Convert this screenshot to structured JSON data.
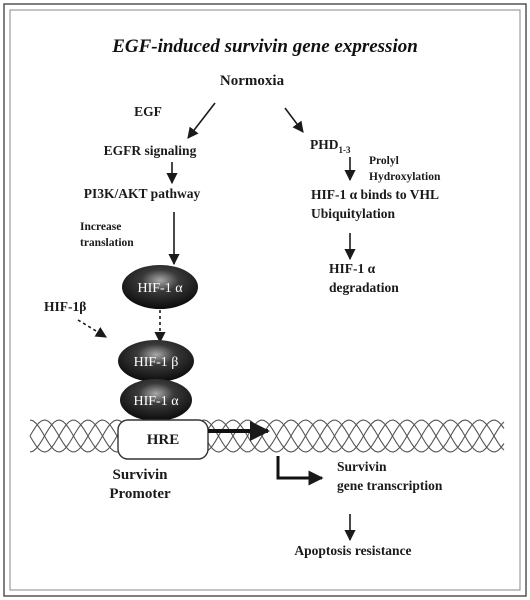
{
  "title": "EGF-induced survivin gene expression",
  "nodes": {
    "normoxia": "Normoxia",
    "egf": "EGF",
    "egfr_signaling": "EGFR signaling",
    "pi3k_akt": "PI3K/AKT pathway",
    "increase_translation_1": "Increase",
    "increase_translation_2": "translation",
    "hif1b_left": "HIF-1β",
    "phd_base": "PHD",
    "phd_sub": "1-3",
    "prolyl_1": "Prolyl",
    "prolyl_2": "Hydroxylation",
    "hif_vhl": "HIF-1 α binds to VHL",
    "ubiquitylation": "Ubiquitylation",
    "hif_degradation_1": "HIF-1 α",
    "hif_degradation_2": "degradation",
    "hre": "HRE",
    "survivin_promoter_1": "Survivin",
    "survivin_promoter_2": "Promoter",
    "survivin_transcription_1": "Survivin",
    "survivin_transcription_2": "gene transcription",
    "apoptosis": "Apoptosis resistance"
  },
  "pills": {
    "hif1a_top": "HIF-1 α",
    "hif1b": "HIF-1 β",
    "hif1a_bottom": "HIF-1 α"
  },
  "colors": {
    "border": "#555555",
    "text": "#1a1a1a",
    "pill_fill": "#111111",
    "pill_highlight": "#9a9a9a"
  }
}
